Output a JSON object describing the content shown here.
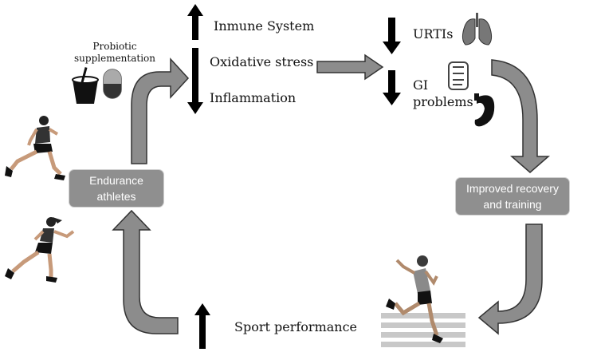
{
  "diagram": {
    "effects_up": [
      "Inmune System"
    ],
    "effects_down": [
      "Oxidative stress",
      "Inflammation"
    ],
    "probiotic_label": [
      "Probiotic",
      "supplementation"
    ],
    "outcomes": [
      "URTIs",
      "GI",
      "problems"
    ],
    "box_endurance": [
      "Endurance",
      "athletes"
    ],
    "box_recovery": [
      "Improved recovery",
      "and training"
    ],
    "performance_label": "Sport performance",
    "colors": {
      "loop_arrow_fill": "#8c8c8c",
      "loop_arrow_stroke": "#333333",
      "box_fill": "#8f8f8f",
      "direction_arrow": "#000000"
    },
    "icons": [
      "capsule-icon",
      "yogurt-icon",
      "lungs-icon",
      "intestine-icon",
      "stomach-icon",
      "runner-man-icon",
      "runner-woman-icon",
      "sprinter-icon",
      "running-track-icon"
    ]
  }
}
